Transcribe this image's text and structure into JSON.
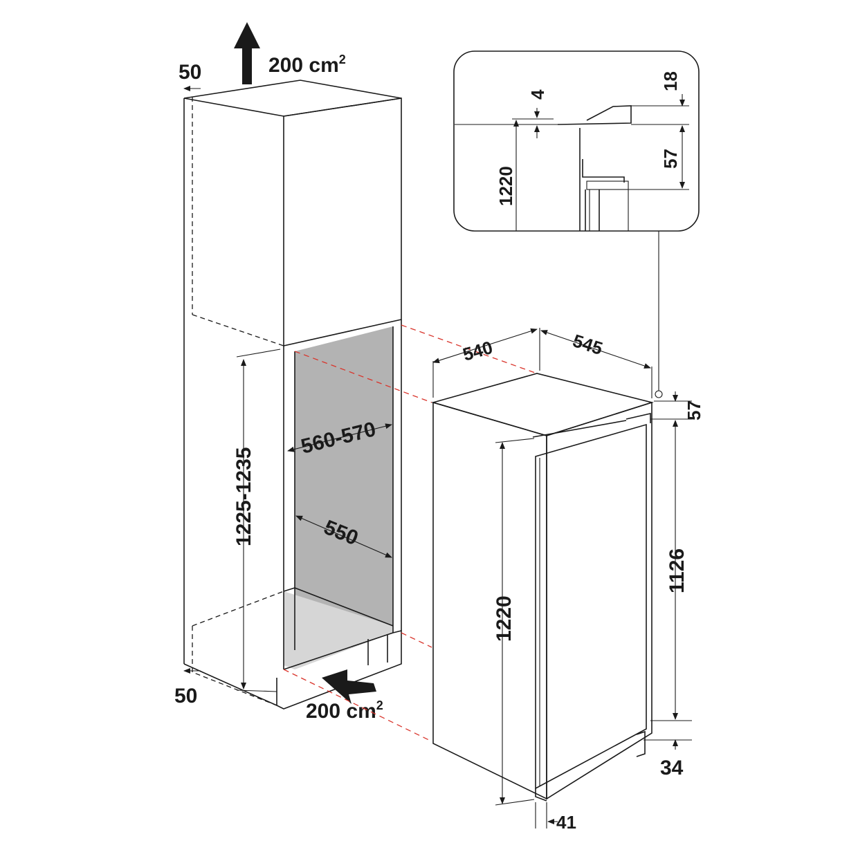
{
  "cabinet": {
    "vent_top": "200 cm",
    "vent_top_sup": "2",
    "vent_bottom": "200 cm",
    "vent_bottom_sup": "2",
    "clearance_top": "50",
    "clearance_bottom": "50",
    "niche_height": "1225-1235",
    "niche_width": "560-570",
    "niche_depth": "550"
  },
  "fridge": {
    "depth": "540",
    "width": "545",
    "top_gap": "57",
    "door_height": "1126",
    "height": "1220",
    "bottom_gap": "34",
    "plinth_offset": "41"
  },
  "detail": {
    "dim_18": "18",
    "dim_4": "4",
    "dim_57": "57",
    "dim_1220": "1220"
  },
  "colors": {
    "line": "#1a1a1a",
    "guide": "#d9342b",
    "niche_back": "#b3b3b3",
    "niche_floor": "#d6d6d6"
  }
}
